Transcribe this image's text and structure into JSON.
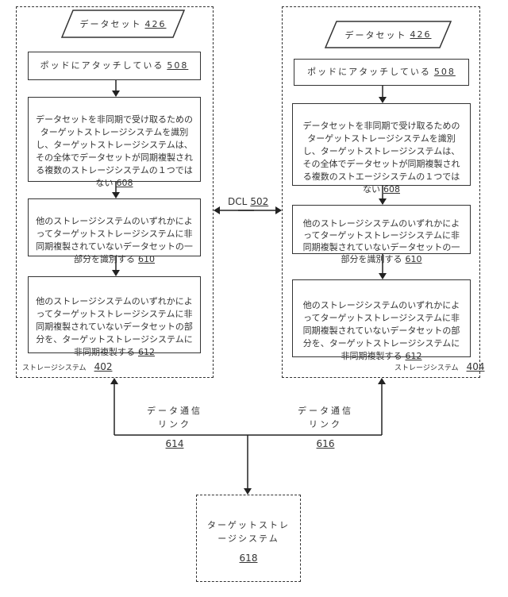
{
  "left_system": {
    "dataset": {
      "label": "データセット",
      "ref": "426"
    },
    "pod": {
      "label": "ポッドにアタッチしている",
      "ref": "508"
    },
    "step608": {
      "text": "データセットを非同期で受け取るための\nターゲットストレージシステムを識別\nし、ターゲットストレージシステムは、\nその全体でデータセットが同期複製され\nる複数のストレージシステムの１つでは\nない",
      "ref": "608"
    },
    "step610": {
      "text": "他のストレージシステムのいずれかによ\nってターゲットストレージシステムに非\n同期複製されていないデータセットの一\n部分を識別する",
      "ref": "610"
    },
    "step612": {
      "text": "他のストレージシステムのいずれかによ\nってターゲットストレージシステムに非\n同期複製されていないデータセットの部\n分を、ターゲットストレージシステムに\n非同期複製する",
      "ref": "612"
    },
    "label": "ストレージシステム",
    "ref": "402"
  },
  "right_system": {
    "dataset": {
      "label": "データセット",
      "ref": "426"
    },
    "pod": {
      "label": "ポッドにアタッチしている",
      "ref": "508"
    },
    "step608": {
      "text": "データセットを非同期で受け取るための\nターゲットストレージシステムを識別\nし、ターゲットストレージシステムは、\nその全体でデータセットが同期複製され\nる複数のストエージシステムの１つでは\nない",
      "ref": "608"
    },
    "step610": {
      "text": "他のストレージシステムのいずれかによ\nってターゲットストレージシステムに非\n同期複製されていないデータセットの一\n部分を識別する",
      "ref": "610"
    },
    "step612": {
      "text": "他のストレージシステムのいずれかによ\nってターゲットストレージシステムに非\n同期複製されていないデータセットの部\n分を、ターゲットストレージシステムに\n非同期複製する",
      "ref": "612"
    },
    "label": "ストレージシステム",
    "ref": "404"
  },
  "dcl": {
    "label": "DCL",
    "ref": "502"
  },
  "link_left": {
    "label": "データ通信\nリンク",
    "ref": "614"
  },
  "link_right": {
    "label": "データ通信\nリンク",
    "ref": "616"
  },
  "target": {
    "label": "ターゲットストレ\nージシステム",
    "ref": "618"
  }
}
